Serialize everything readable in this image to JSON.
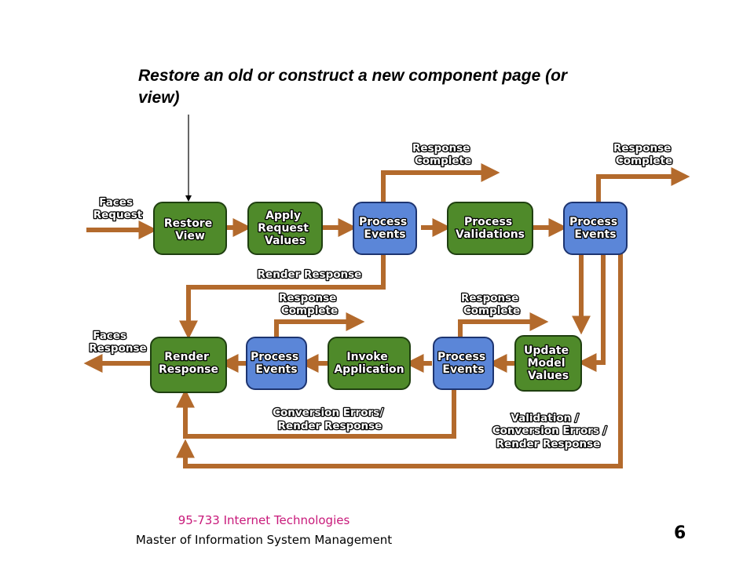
{
  "slide": {
    "caption": "Restore an old or construct a new component page (or view)",
    "course": "95-733 Internet Technologies",
    "program": "Master of Information System Management",
    "page_number": "6"
  },
  "diagram": {
    "labels": {
      "faces_request": [
        "Faces",
        "Request"
      ],
      "faces_response": [
        "Faces",
        "Response"
      ],
      "response_complete": [
        "Response",
        "Complete"
      ],
      "render_response": "Render Response",
      "conversion_errors": [
        "Conversion Errors/",
        "Render Response"
      ],
      "validation_errors": [
        "Validation /",
        "Conversion Errors /",
        "Render Response"
      ]
    },
    "phases": [
      {
        "id": "restore-view",
        "lines": [
          "Restore",
          "View"
        ],
        "kind": "phase"
      },
      {
        "id": "apply-request-values",
        "lines": [
          "Apply",
          "Request",
          "Values"
        ],
        "kind": "phase"
      },
      {
        "id": "process-events-1",
        "lines": [
          "Process",
          "Events"
        ],
        "kind": "events"
      },
      {
        "id": "process-validations",
        "lines": [
          "Process",
          "Validations"
        ],
        "kind": "phase"
      },
      {
        "id": "process-events-2",
        "lines": [
          "Process",
          "Events"
        ],
        "kind": "events"
      },
      {
        "id": "update-model-values",
        "lines": [
          "Update",
          "Model",
          "Values"
        ],
        "kind": "phase"
      },
      {
        "id": "process-events-3",
        "lines": [
          "Process",
          "Events"
        ],
        "kind": "events"
      },
      {
        "id": "invoke-application",
        "lines": [
          "Invoke",
          "Application"
        ],
        "kind": "phase"
      },
      {
        "id": "process-events-4",
        "lines": [
          "Process",
          "Events"
        ],
        "kind": "events"
      },
      {
        "id": "render-response",
        "lines": [
          "Render",
          "Response"
        ],
        "kind": "phase"
      }
    ],
    "colors": {
      "phase": "#4f8a2a",
      "events": "#5b86d8",
      "arrow": "#b36a2c"
    }
  }
}
